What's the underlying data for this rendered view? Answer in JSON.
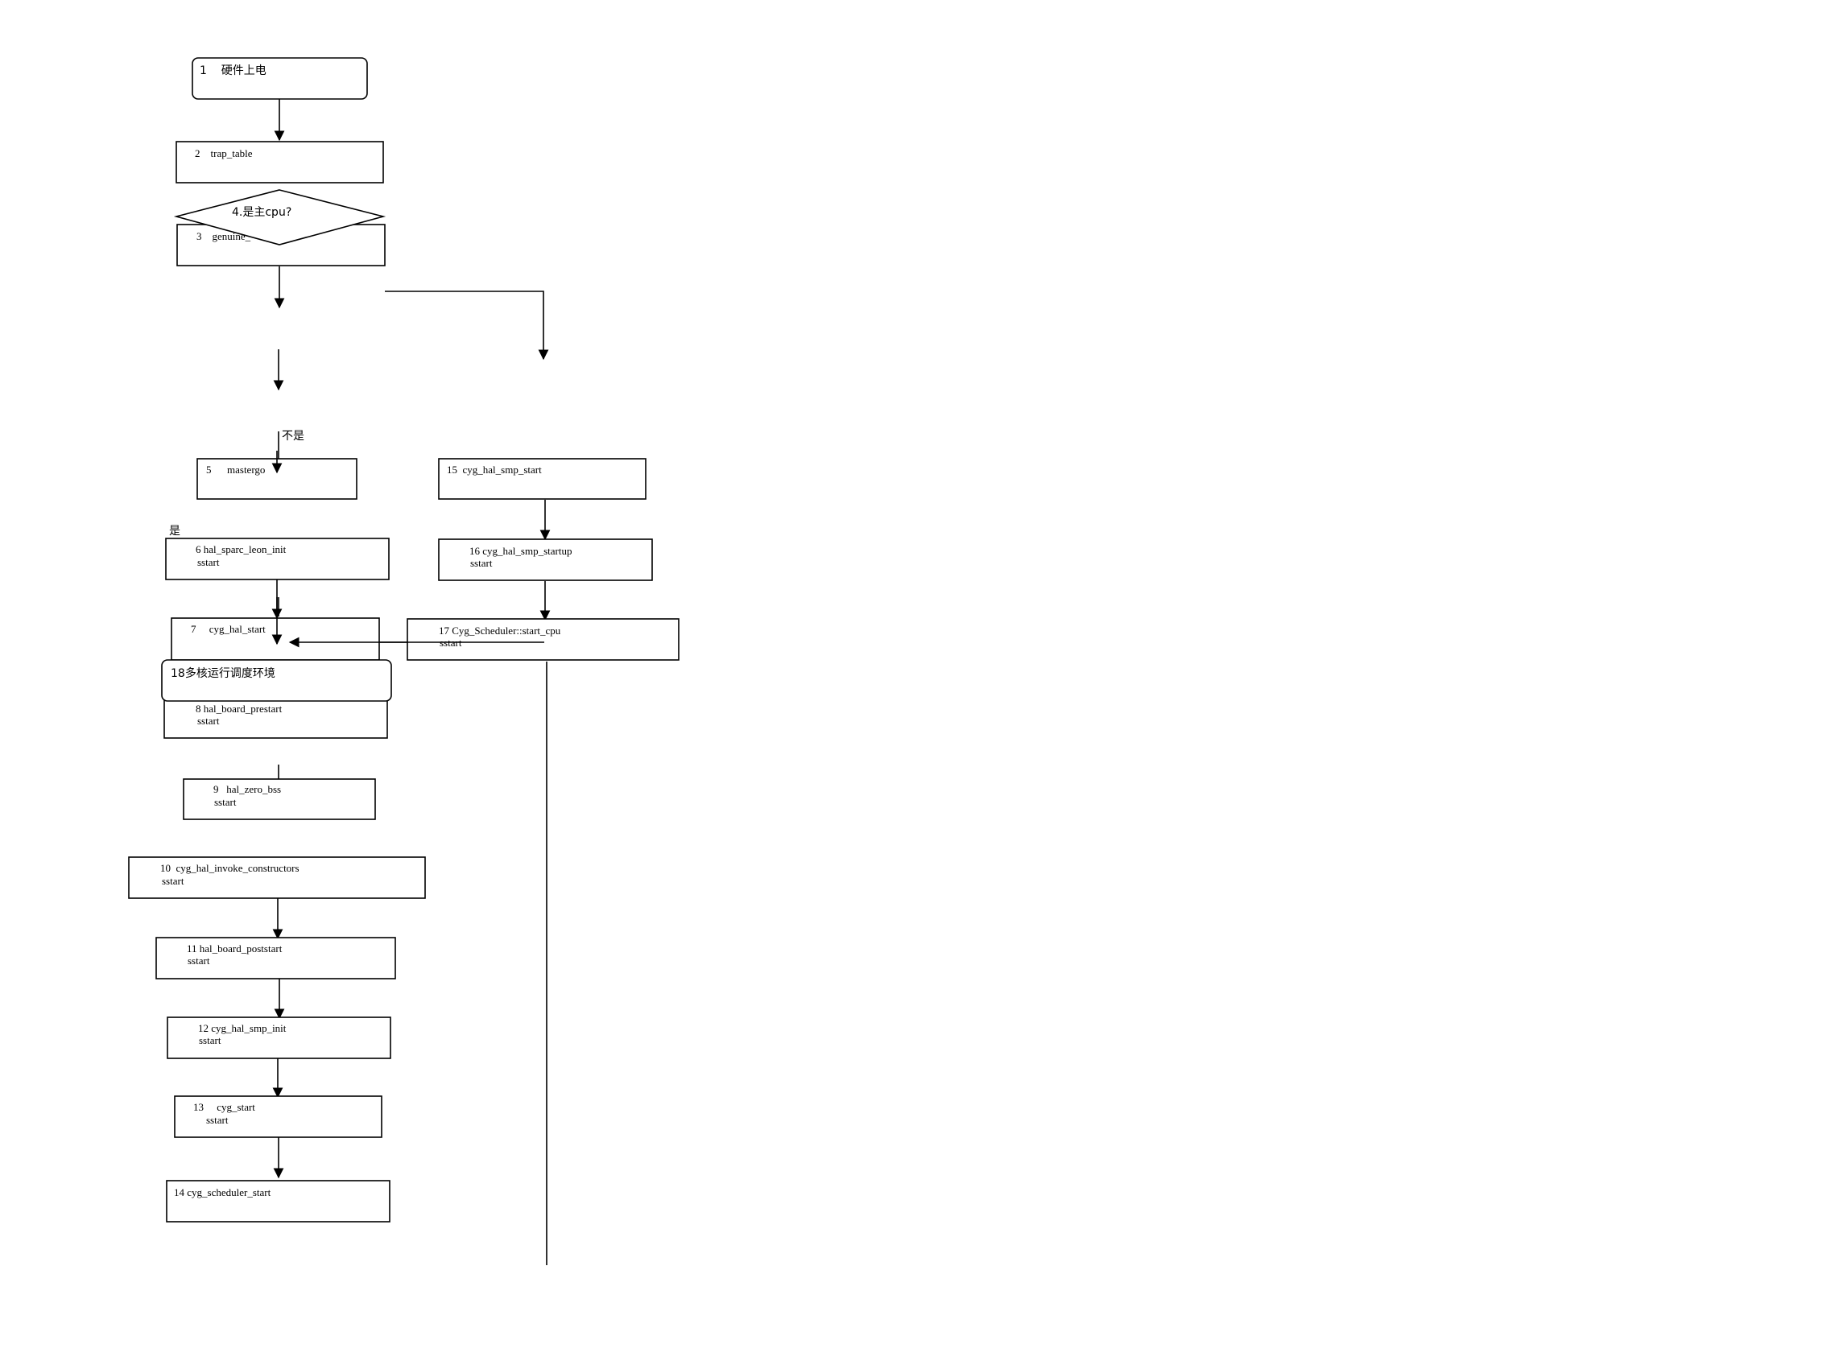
{
  "nodes": {
    "n1": {
      "l1": "1    硬件上电"
    },
    "n2": {
      "l1": "2    trap_table"
    },
    "n3": {
      "l1": "3    genuine_"
    },
    "n4": {
      "l1": "4.是主cpu?"
    },
    "n5": {
      "l1": "5      mastergo"
    },
    "n6": {
      "l1": "6 hal_sparc_leon_init",
      "l2": "sstart"
    },
    "n7": {
      "l1": "7     cyg_hal_start"
    },
    "n8": {
      "l1": "8 hal_board_prestart",
      "l2": "sstart"
    },
    "n9": {
      "l1": "9   hal_zero_bss",
      "l2": "sstart"
    },
    "n10": {
      "l1": "10  cyg_hal_invoke_constructors",
      "l2": "sstart"
    },
    "n11": {
      "l1": "11 hal_board_poststart",
      "l2": "sstart"
    },
    "n12": {
      "l1": "12 cyg_hal_smp_init",
      "l2": "sstart"
    },
    "n13": {
      "l1": "13     cyg_start",
      "l2": "sstart"
    },
    "n14": {
      "l1": "14 cyg_scheduler_start"
    },
    "n15": {
      "l1": "15  cyg_hal_smp_start"
    },
    "n16": {
      "l1": "16 cyg_hal_smp_startup",
      "l2": "sstart"
    },
    "n17": {
      "l1": "17 Cyg_Scheduler::start_cpu",
      "l2": "sstart"
    },
    "n18": {
      "l1": "18多核运行调度环境"
    }
  },
  "edge_labels": {
    "no": "不是",
    "yes": "是"
  }
}
